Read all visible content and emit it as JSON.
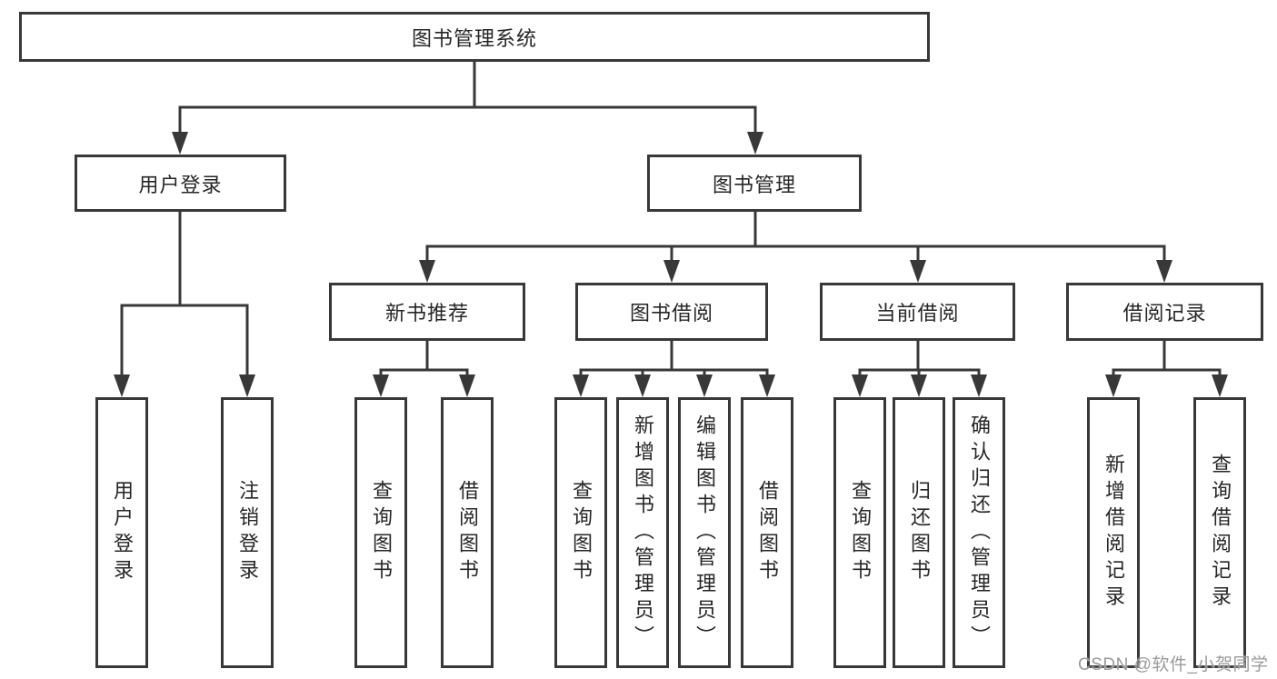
{
  "diagram": {
    "tree": {
      "root": {
        "label": "图书管理系统",
        "children": [
          {
            "label": "用户登录",
            "children": [
              {
                "label": "用户登录"
              },
              {
                "label": "注销登录"
              }
            ]
          },
          {
            "label": "图书管理",
            "children": [
              {
                "label": "新书推荐",
                "children": [
                  {
                    "label": "查询图书"
                  },
                  {
                    "label": "借阅图书"
                  }
                ]
              },
              {
                "label": "图书借阅",
                "children": [
                  {
                    "label": "查询图书"
                  },
                  {
                    "label": "新增图书（管理员）"
                  },
                  {
                    "label": "编辑图书（管理员）"
                  },
                  {
                    "label": "借阅图书"
                  }
                ]
              },
              {
                "label": "当前借阅",
                "children": [
                  {
                    "label": "查询图书"
                  },
                  {
                    "label": "归还图书"
                  },
                  {
                    "label": "确认归还（管理员）"
                  }
                ]
              },
              {
                "label": "借阅记录",
                "children": [
                  {
                    "label": "新增借阅记录"
                  },
                  {
                    "label": "查询借阅记录"
                  }
                ]
              }
            ]
          }
        ]
      }
    }
  },
  "watermark": {
    "text": "CSDN @软件_小贺同学"
  },
  "colors": {
    "line": "#383838",
    "box_border": "#383838",
    "text": "#262626",
    "watermark": "#9a9a9a",
    "background": "#ffffff"
  }
}
